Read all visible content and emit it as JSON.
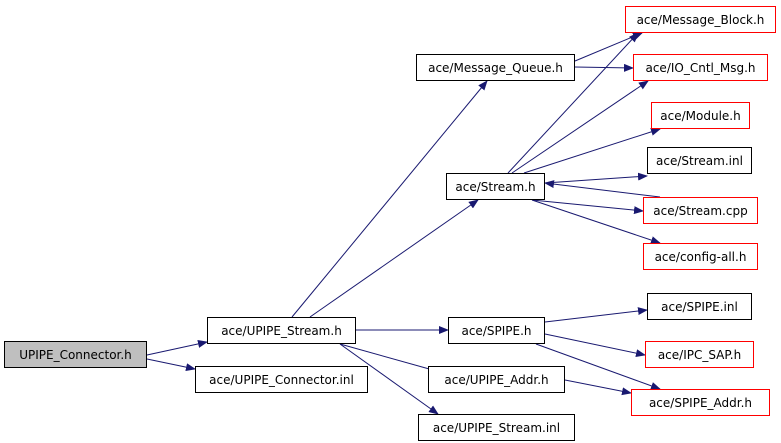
{
  "colors": {
    "edge": "#191970",
    "border_default": "#000000",
    "border_external": "#ff0000",
    "fill_root": "#bfbfbf",
    "fill_default": "#ffffff"
  },
  "nodes": [
    {
      "id": "upipe_connector_h",
      "label": "UPIPE_Connector.h",
      "style": "root"
    },
    {
      "id": "upipe_stream_h",
      "label": "ace/UPIPE_Stream.h",
      "style": "default"
    },
    {
      "id": "upipe_connector_inl",
      "label": "ace/UPIPE_Connector.inl",
      "style": "default"
    },
    {
      "id": "message_queue_h",
      "label": "ace/Message_Queue.h",
      "style": "default"
    },
    {
      "id": "stream_h",
      "label": "ace/Stream.h",
      "style": "default"
    },
    {
      "id": "spipe_h",
      "label": "ace/SPIPE.h",
      "style": "default"
    },
    {
      "id": "upipe_addr_h",
      "label": "ace/UPIPE_Addr.h",
      "style": "default"
    },
    {
      "id": "upipe_stream_inl",
      "label": "ace/UPIPE_Stream.inl",
      "style": "default"
    },
    {
      "id": "message_block_h",
      "label": "ace/Message_Block.h",
      "style": "external"
    },
    {
      "id": "io_cntl_msg_h",
      "label": "ace/IO_Cntl_Msg.h",
      "style": "external"
    },
    {
      "id": "module_h",
      "label": "ace/Module.h",
      "style": "external"
    },
    {
      "id": "stream_inl",
      "label": "ace/Stream.inl",
      "style": "default"
    },
    {
      "id": "stream_cpp",
      "label": "ace/Stream.cpp",
      "style": "external"
    },
    {
      "id": "config_all_h",
      "label": "ace/config-all.h",
      "style": "external"
    },
    {
      "id": "spipe_inl",
      "label": "ace/SPIPE.inl",
      "style": "default"
    },
    {
      "id": "ipc_sap_h",
      "label": "ace/IPC_SAP.h",
      "style": "external"
    },
    {
      "id": "spipe_addr_h",
      "label": "ace/SPIPE_Addr.h",
      "style": "external"
    }
  ],
  "edges": [
    {
      "from": "upipe_connector_h",
      "to": "upipe_stream_h"
    },
    {
      "from": "upipe_connector_h",
      "to": "upipe_connector_inl"
    },
    {
      "from": "upipe_stream_h",
      "to": "message_queue_h"
    },
    {
      "from": "upipe_stream_h",
      "to": "stream_h"
    },
    {
      "from": "upipe_stream_h",
      "to": "spipe_h"
    },
    {
      "from": "upipe_stream_h",
      "to": "upipe_addr_h"
    },
    {
      "from": "upipe_stream_h",
      "to": "upipe_stream_inl"
    },
    {
      "from": "message_queue_h",
      "to": "message_block_h"
    },
    {
      "from": "message_queue_h",
      "to": "io_cntl_msg_h"
    },
    {
      "from": "stream_h",
      "to": "message_block_h"
    },
    {
      "from": "stream_h",
      "to": "io_cntl_msg_h"
    },
    {
      "from": "stream_h",
      "to": "module_h"
    },
    {
      "from": "stream_h",
      "to": "stream_inl"
    },
    {
      "from": "stream_h",
      "to": "stream_cpp"
    },
    {
      "from": "stream_h",
      "to": "config_all_h"
    },
    {
      "from": "stream_cpp",
      "to": "stream_h"
    },
    {
      "from": "spipe_h",
      "to": "spipe_inl"
    },
    {
      "from": "spipe_h",
      "to": "ipc_sap_h"
    },
    {
      "from": "spipe_h",
      "to": "spipe_addr_h"
    },
    {
      "from": "upipe_addr_h",
      "to": "spipe_addr_h"
    }
  ]
}
